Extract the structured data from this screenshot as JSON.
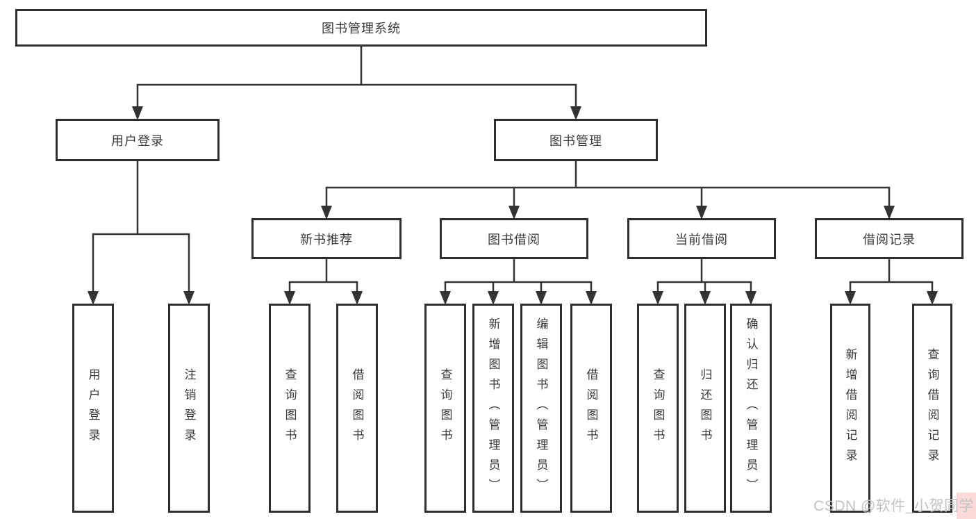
{
  "nodes": {
    "root": "图书管理系统",
    "user": "用户登录",
    "book": "图书管理",
    "newbook": "新书推荐",
    "borrow": "图书借阅",
    "current": "当前借阅",
    "records": "借阅记录",
    "user_login": "用户登录",
    "logout": "注销登录",
    "nb_query": "查询图书",
    "nb_borrow": "借阅图书",
    "bb_query": "查询图书",
    "bb_add": "新增图书（管理员）",
    "bb_edit": "编辑图书（管理员）",
    "bb_borrow": "借阅图书",
    "cb_query": "查询图书",
    "cb_return": "归还图书",
    "cb_confirm": "确认归还（管理员）",
    "rec_add": "新增借阅记录",
    "rec_query": "查询借阅记录"
  },
  "edges": [
    {
      "parent": "root",
      "children": [
        "user",
        "book"
      ]
    },
    {
      "parent": "user",
      "children": [
        "user_login",
        "logout"
      ]
    },
    {
      "parent": "book",
      "children": [
        "newbook",
        "borrow",
        "current",
        "records"
      ]
    },
    {
      "parent": "newbook",
      "children": [
        "nb_query",
        "nb_borrow"
      ]
    },
    {
      "parent": "borrow",
      "children": [
        "bb_query",
        "bb_add",
        "bb_edit",
        "bb_borrow"
      ]
    },
    {
      "parent": "current",
      "children": [
        "cb_query",
        "cb_return",
        "cb_confirm"
      ]
    },
    {
      "parent": "records",
      "children": [
        "rec_add",
        "rec_query"
      ]
    }
  ],
  "watermark": {
    "text": "CSDN @软件_小贺同学"
  },
  "colors": {
    "line": "#333333",
    "border": "#2e2e2e",
    "text": "#3a3a3a",
    "watermark": "#c2c2c2",
    "background": "#ffffff",
    "watermark_accent": "#fbdada"
  }
}
